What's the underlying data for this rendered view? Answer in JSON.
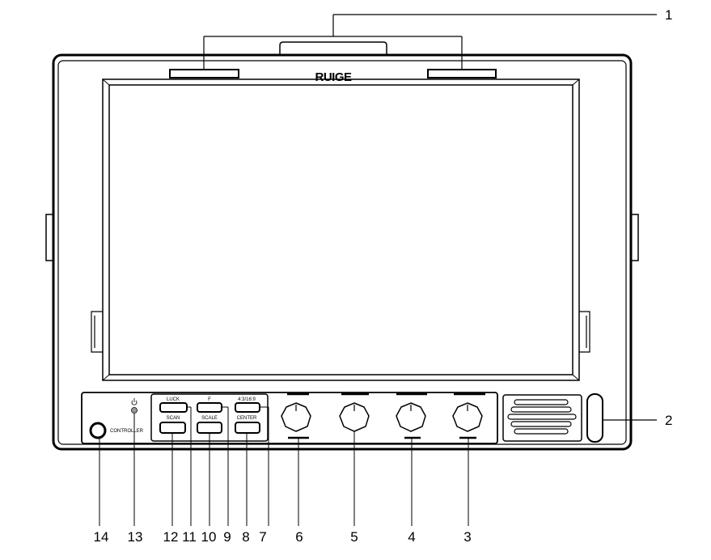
{
  "brand": "RUIGE",
  "controls": {
    "top_row": [
      "LUCK",
      "F",
      "4:3/16:9"
    ],
    "bottom_row": [
      "SCAN",
      "SCALE",
      "CENTER"
    ],
    "controller_label": "CONTROLLER"
  },
  "callouts": {
    "top": "1",
    "right": "2",
    "bottom": [
      "14",
      "13",
      "12",
      "11",
      "10",
      "9",
      "8",
      "7",
      "6",
      "5",
      "4",
      "3"
    ]
  }
}
